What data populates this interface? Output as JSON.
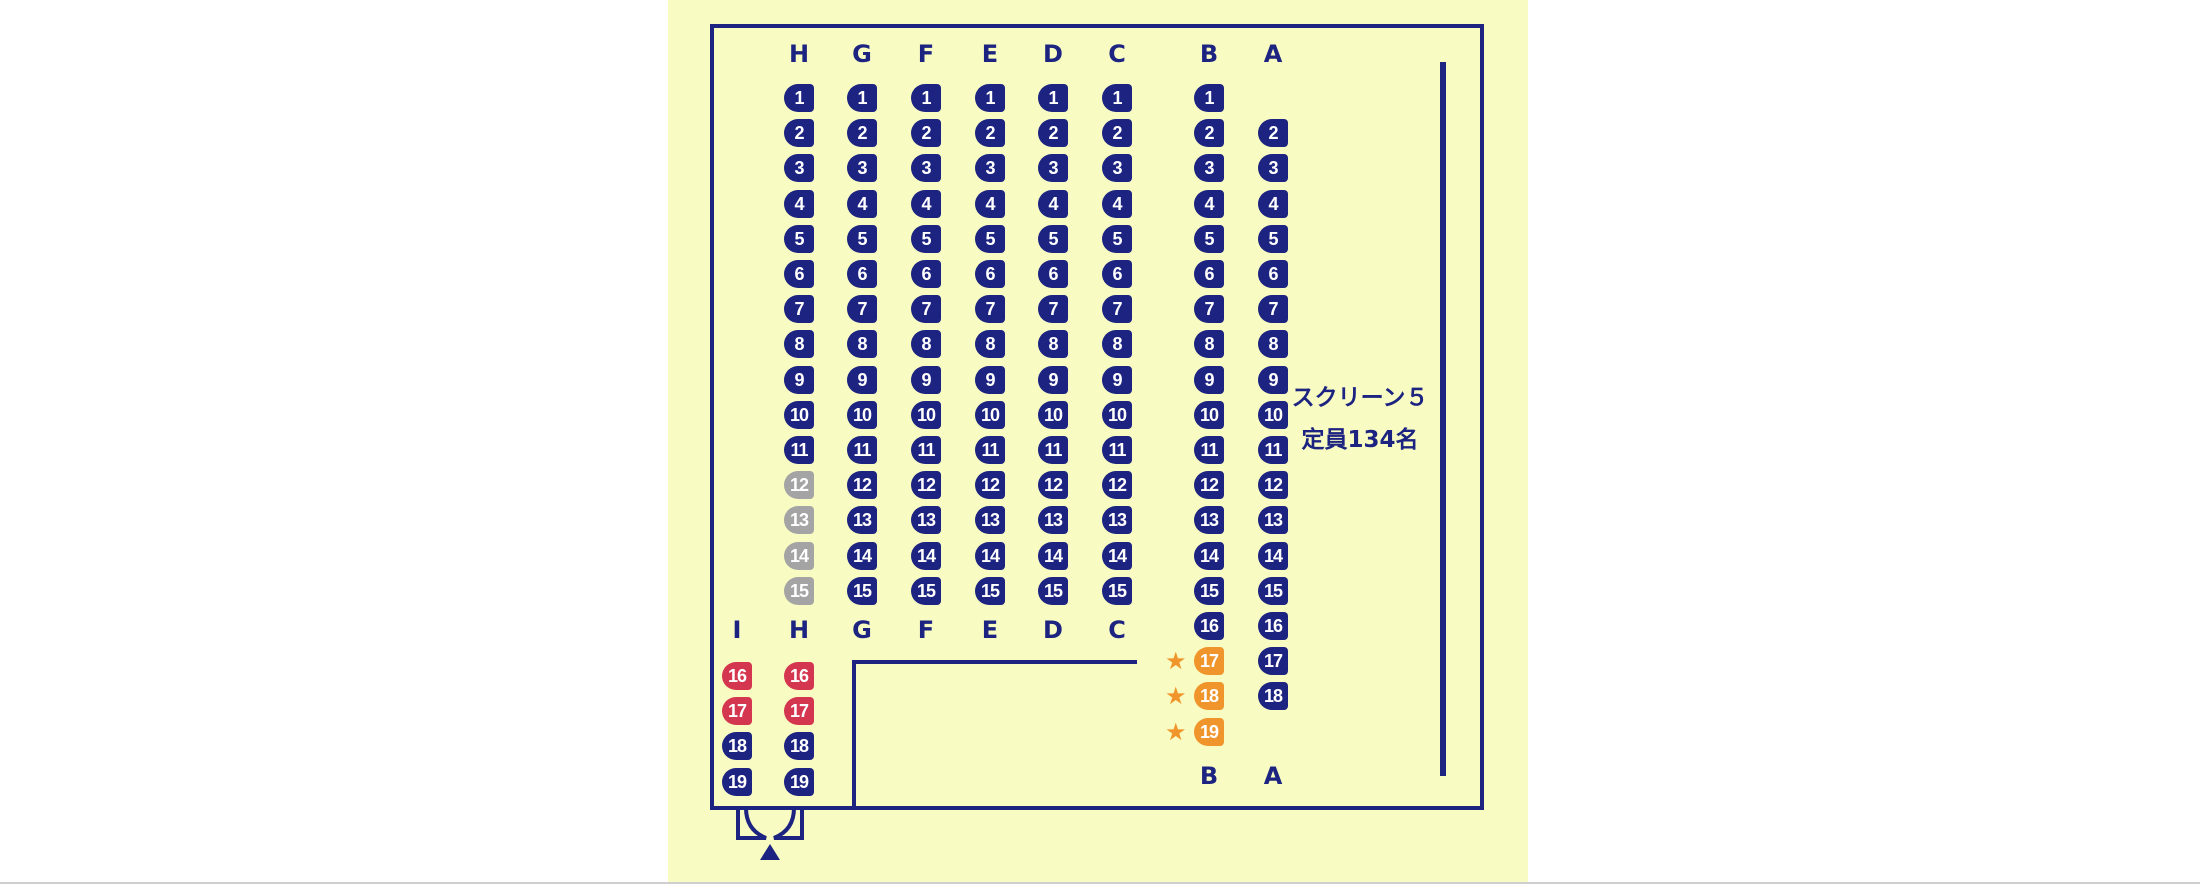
{
  "screen": {
    "name": "スクリーン５",
    "capacity": "定員134名"
  },
  "colors": {
    "frame": "#1c2380",
    "background": "#f8fbc2",
    "available": "#1c2380",
    "unavailable": "#a4a4a4",
    "wheelchair": "#d4354f",
    "special": "#f0952b"
  },
  "top_row_labels": [
    "H",
    "G",
    "F",
    "E",
    "D",
    "C",
    "B",
    "A"
  ],
  "mid_row_labels": [
    "I",
    "H",
    "G",
    "F",
    "E",
    "D",
    "C"
  ],
  "bottom_row_labels": [
    "B",
    "A"
  ],
  "special_marker": "★",
  "entrance_icon": "entrance-door-icon",
  "columns": [
    {
      "row": "H",
      "block": "upper",
      "seats": [
        {
          "n": "1",
          "s": "available"
        },
        {
          "n": "2",
          "s": "available"
        },
        {
          "n": "3",
          "s": "available"
        },
        {
          "n": "4",
          "s": "available"
        },
        {
          "n": "5",
          "s": "available"
        },
        {
          "n": "6",
          "s": "available"
        },
        {
          "n": "7",
          "s": "available"
        },
        {
          "n": "8",
          "s": "available"
        },
        {
          "n": "9",
          "s": "available"
        },
        {
          "n": "10",
          "s": "available"
        },
        {
          "n": "11",
          "s": "available"
        },
        {
          "n": "12",
          "s": "unavailable"
        },
        {
          "n": "13",
          "s": "unavailable"
        },
        {
          "n": "14",
          "s": "unavailable"
        },
        {
          "n": "15",
          "s": "unavailable"
        }
      ]
    },
    {
      "row": "G",
      "block": "upper",
      "seats": [
        {
          "n": "1",
          "s": "available"
        },
        {
          "n": "2",
          "s": "available"
        },
        {
          "n": "3",
          "s": "available"
        },
        {
          "n": "4",
          "s": "available"
        },
        {
          "n": "5",
          "s": "available"
        },
        {
          "n": "6",
          "s": "available"
        },
        {
          "n": "7",
          "s": "available"
        },
        {
          "n": "8",
          "s": "available"
        },
        {
          "n": "9",
          "s": "available"
        },
        {
          "n": "10",
          "s": "available"
        },
        {
          "n": "11",
          "s": "available"
        },
        {
          "n": "12",
          "s": "available"
        },
        {
          "n": "13",
          "s": "available"
        },
        {
          "n": "14",
          "s": "available"
        },
        {
          "n": "15",
          "s": "available"
        }
      ]
    },
    {
      "row": "F",
      "block": "upper",
      "seats": [
        {
          "n": "1",
          "s": "available"
        },
        {
          "n": "2",
          "s": "available"
        },
        {
          "n": "3",
          "s": "available"
        },
        {
          "n": "4",
          "s": "available"
        },
        {
          "n": "5",
          "s": "available"
        },
        {
          "n": "6",
          "s": "available"
        },
        {
          "n": "7",
          "s": "available"
        },
        {
          "n": "8",
          "s": "available"
        },
        {
          "n": "9",
          "s": "available"
        },
        {
          "n": "10",
          "s": "available"
        },
        {
          "n": "11",
          "s": "available"
        },
        {
          "n": "12",
          "s": "available"
        },
        {
          "n": "13",
          "s": "available"
        },
        {
          "n": "14",
          "s": "available"
        },
        {
          "n": "15",
          "s": "available"
        }
      ]
    },
    {
      "row": "E",
      "block": "upper",
      "seats": [
        {
          "n": "1",
          "s": "available"
        },
        {
          "n": "2",
          "s": "available"
        },
        {
          "n": "3",
          "s": "available"
        },
        {
          "n": "4",
          "s": "available"
        },
        {
          "n": "5",
          "s": "available"
        },
        {
          "n": "6",
          "s": "available"
        },
        {
          "n": "7",
          "s": "available"
        },
        {
          "n": "8",
          "s": "available"
        },
        {
          "n": "9",
          "s": "available"
        },
        {
          "n": "10",
          "s": "available"
        },
        {
          "n": "11",
          "s": "available"
        },
        {
          "n": "12",
          "s": "available"
        },
        {
          "n": "13",
          "s": "available"
        },
        {
          "n": "14",
          "s": "available"
        },
        {
          "n": "15",
          "s": "available"
        }
      ]
    },
    {
      "row": "D",
      "block": "upper",
      "seats": [
        {
          "n": "1",
          "s": "available"
        },
        {
          "n": "2",
          "s": "available"
        },
        {
          "n": "3",
          "s": "available"
        },
        {
          "n": "4",
          "s": "available"
        },
        {
          "n": "5",
          "s": "available"
        },
        {
          "n": "6",
          "s": "available"
        },
        {
          "n": "7",
          "s": "available"
        },
        {
          "n": "8",
          "s": "available"
        },
        {
          "n": "9",
          "s": "available"
        },
        {
          "n": "10",
          "s": "available"
        },
        {
          "n": "11",
          "s": "available"
        },
        {
          "n": "12",
          "s": "available"
        },
        {
          "n": "13",
          "s": "available"
        },
        {
          "n": "14",
          "s": "available"
        },
        {
          "n": "15",
          "s": "available"
        }
      ]
    },
    {
      "row": "C",
      "block": "upper",
      "seats": [
        {
          "n": "1",
          "s": "available"
        },
        {
          "n": "2",
          "s": "available"
        },
        {
          "n": "3",
          "s": "available"
        },
        {
          "n": "4",
          "s": "available"
        },
        {
          "n": "5",
          "s": "available"
        },
        {
          "n": "6",
          "s": "available"
        },
        {
          "n": "7",
          "s": "available"
        },
        {
          "n": "8",
          "s": "available"
        },
        {
          "n": "9",
          "s": "available"
        },
        {
          "n": "10",
          "s": "available"
        },
        {
          "n": "11",
          "s": "available"
        },
        {
          "n": "12",
          "s": "available"
        },
        {
          "n": "13",
          "s": "available"
        },
        {
          "n": "14",
          "s": "available"
        },
        {
          "n": "15",
          "s": "available"
        }
      ]
    },
    {
      "row": "B",
      "block": "upper",
      "seats": [
        {
          "n": "1",
          "s": "available"
        },
        {
          "n": "2",
          "s": "available"
        },
        {
          "n": "3",
          "s": "available"
        },
        {
          "n": "4",
          "s": "available"
        },
        {
          "n": "5",
          "s": "available"
        },
        {
          "n": "6",
          "s": "available"
        },
        {
          "n": "7",
          "s": "available"
        },
        {
          "n": "8",
          "s": "available"
        },
        {
          "n": "9",
          "s": "available"
        },
        {
          "n": "10",
          "s": "available"
        },
        {
          "n": "11",
          "s": "available"
        },
        {
          "n": "12",
          "s": "available"
        },
        {
          "n": "13",
          "s": "available"
        },
        {
          "n": "14",
          "s": "available"
        },
        {
          "n": "15",
          "s": "available"
        },
        {
          "n": "16",
          "s": "available"
        },
        {
          "n": "17",
          "s": "special"
        },
        {
          "n": "18",
          "s": "special"
        },
        {
          "n": "19",
          "s": "special"
        }
      ]
    },
    {
      "row": "A",
      "block": "upper",
      "seats": [
        {
          "n": "2",
          "s": "available"
        },
        {
          "n": "3",
          "s": "available"
        },
        {
          "n": "4",
          "s": "available"
        },
        {
          "n": "5",
          "s": "available"
        },
        {
          "n": "6",
          "s": "available"
        },
        {
          "n": "7",
          "s": "available"
        },
        {
          "n": "8",
          "s": "available"
        },
        {
          "n": "9",
          "s": "available"
        },
        {
          "n": "10",
          "s": "available"
        },
        {
          "n": "11",
          "s": "available"
        },
        {
          "n": "12",
          "s": "available"
        },
        {
          "n": "13",
          "s": "available"
        },
        {
          "n": "14",
          "s": "available"
        },
        {
          "n": "15",
          "s": "available"
        },
        {
          "n": "16",
          "s": "available"
        },
        {
          "n": "17",
          "s": "available"
        },
        {
          "n": "18",
          "s": "available"
        }
      ]
    },
    {
      "row": "I",
      "block": "lower",
      "seats": [
        {
          "n": "16",
          "s": "wheelchair"
        },
        {
          "n": "17",
          "s": "wheelchair"
        },
        {
          "n": "18",
          "s": "available"
        },
        {
          "n": "19",
          "s": "available"
        }
      ]
    },
    {
      "row": "H",
      "block": "lower",
      "seats": [
        {
          "n": "16",
          "s": "wheelchair"
        },
        {
          "n": "17",
          "s": "wheelchair"
        },
        {
          "n": "18",
          "s": "available"
        },
        {
          "n": "19",
          "s": "available"
        }
      ]
    }
  ]
}
